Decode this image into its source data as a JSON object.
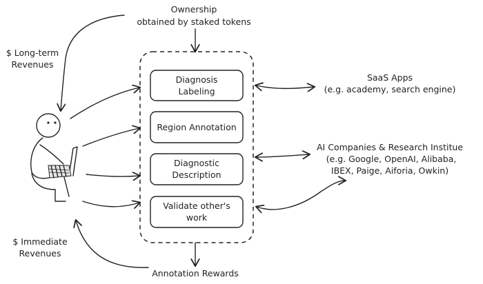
{
  "top_label": {
    "line1": "Ownership",
    "line2": "obtained by staked tokens"
  },
  "left_top_label": {
    "line1": "$ Long-term",
    "line2": "Revenues"
  },
  "left_bottom_label": {
    "line1": "$ Immediate",
    "line2": "Revenues"
  },
  "bottom_label": "Annotation Rewards",
  "tasks": [
    {
      "line1": "Diagnosis",
      "line2": "Labeling"
    },
    {
      "line1": "Region Annotation",
      "line2": ""
    },
    {
      "line1": "Diagnostic",
      "line2": "Description"
    },
    {
      "line1": "Validate other's",
      "line2": "work"
    }
  ],
  "saas": {
    "line1": "SaaS Apps",
    "line2": "(e.g. academy, search engine)"
  },
  "ai": {
    "line1": "AI Companies & Research Institue",
    "line2": "(e.g. Google, OpenAI, Alibaba,",
    "line3": "IBEX, Paige, Aiforia, Owkin)"
  }
}
